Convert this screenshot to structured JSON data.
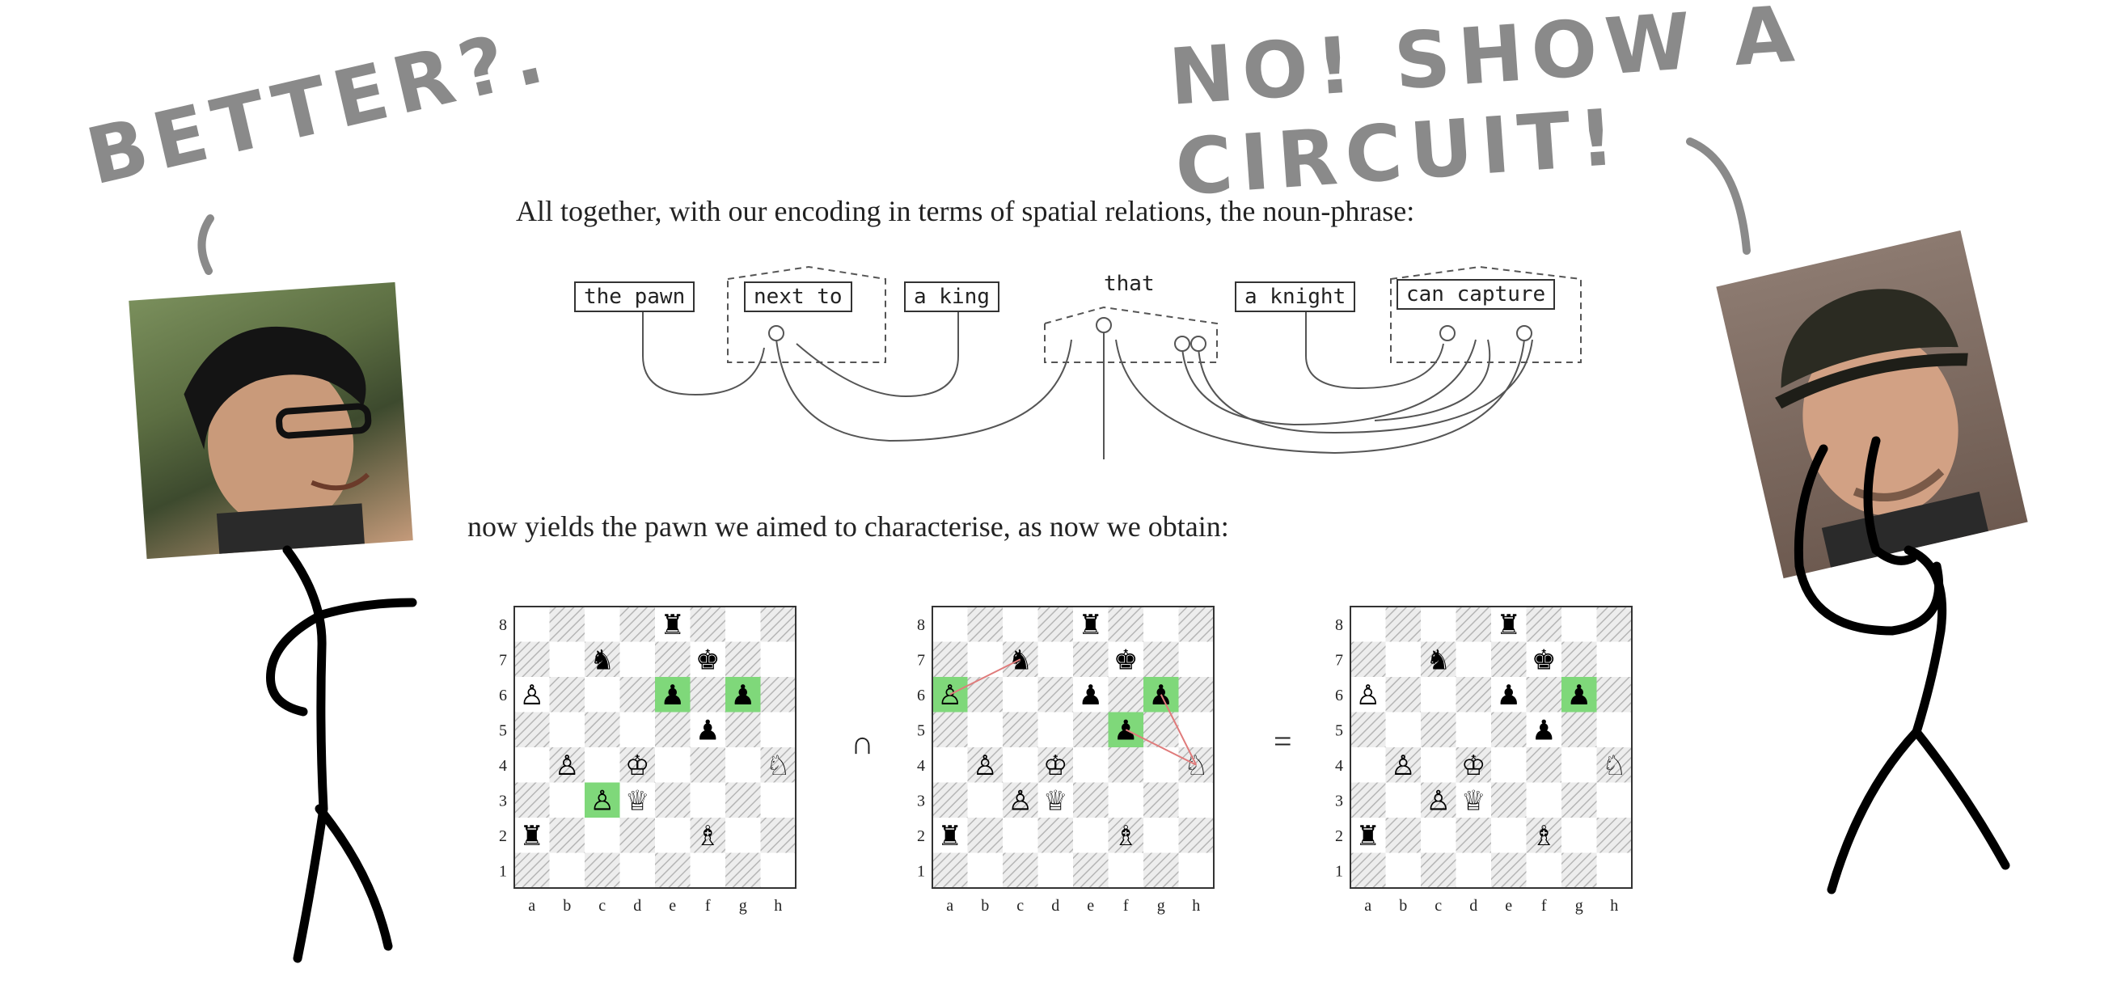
{
  "speech_left": "BETTER?.",
  "speech_right": "NO! SHOW A CIRCUIT!",
  "intro_text": "All together, with our encoding in terms of spatial relations, the noun-phrase:",
  "words": {
    "w1": "the pawn",
    "w2": "next to",
    "w3": "a king",
    "w4": "that",
    "w5": "a knight",
    "w6": "can capture"
  },
  "result_text": "now yields the pawn we aimed to characterise, as now we obtain:",
  "operator_intersect": "∩",
  "operator_equals": "=",
  "files": [
    "a",
    "b",
    "c",
    "d",
    "e",
    "f",
    "g",
    "h"
  ],
  "ranks": [
    "1",
    "2",
    "3",
    "4",
    "5",
    "6",
    "7",
    "8"
  ],
  "boards": [
    {
      "highlights": [
        "c3",
        "e6",
        "g6"
      ],
      "arrows": []
    },
    {
      "highlights": [
        "a6",
        "f5",
        "g6"
      ],
      "arrows": [
        [
          "c7",
          "a6"
        ],
        [
          "h4",
          "f5"
        ],
        [
          "h4",
          "g6"
        ]
      ]
    },
    {
      "highlights": [
        "g6"
      ],
      "arrows": []
    }
  ],
  "pieces": [
    {
      "sq": "e8",
      "glyph": "♜"
    },
    {
      "sq": "c7",
      "glyph": "♞"
    },
    {
      "sq": "f7",
      "glyph": "♚"
    },
    {
      "sq": "a6",
      "glyph": "♙"
    },
    {
      "sq": "e6",
      "glyph": "♟"
    },
    {
      "sq": "g6",
      "glyph": "♟"
    },
    {
      "sq": "f5",
      "glyph": "♟"
    },
    {
      "sq": "b4",
      "glyph": "♙"
    },
    {
      "sq": "d4",
      "glyph": "♔"
    },
    {
      "sq": "h4",
      "glyph": "♘"
    },
    {
      "sq": "c3",
      "glyph": "♙"
    },
    {
      "sq": "d3",
      "glyph": "♕"
    },
    {
      "sq": "a2",
      "glyph": "♜"
    },
    {
      "sq": "f2",
      "glyph": "♗"
    }
  ],
  "colors": {
    "highlight": "#7fd87a",
    "hatch": "#c8c8c8",
    "arrow": "#e07b7b",
    "handwriting": "#8a8a8a"
  }
}
